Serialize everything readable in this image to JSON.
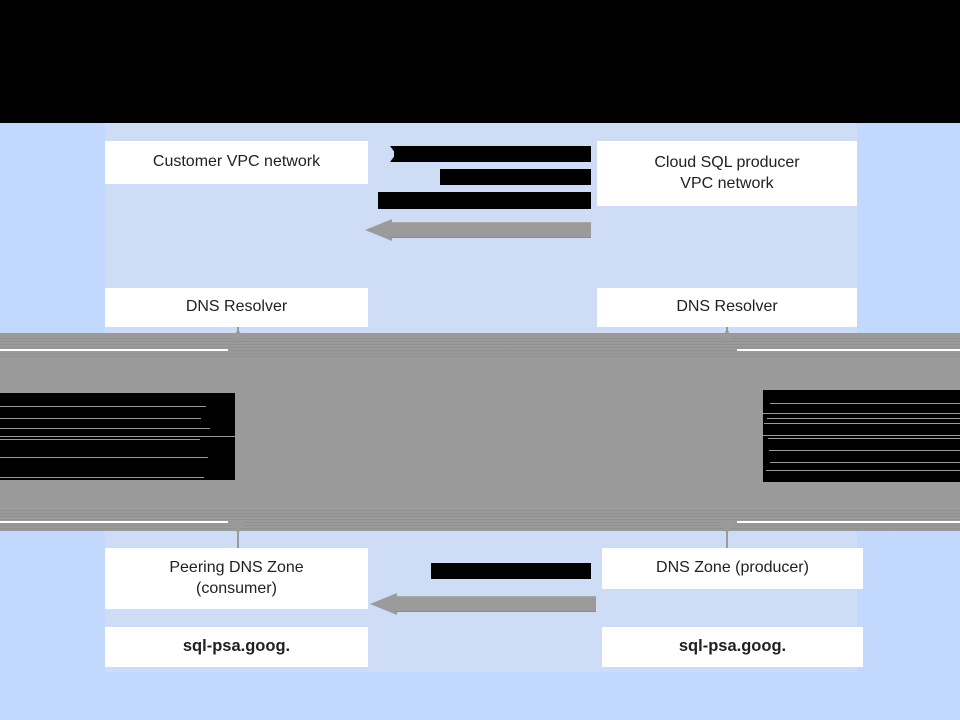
{
  "diagram": {
    "title_redacted": true,
    "background_color": "#c3d8fd",
    "panel_color": "#cedcf6",
    "band_color": "#9a9a9a",
    "node_color": "#ffffff",
    "redaction_color": "#000000"
  },
  "nodes": {
    "customer_vpc": "Customer VPC network",
    "producer_vpc": "Cloud SQL producer\nVPC network",
    "producer_vpc_line1": "Cloud SQL producer",
    "producer_vpc_line2": "VPC network",
    "dns_resolver_left": "DNS Resolver",
    "dns_resolver_right": "DNS Resolver",
    "peering_zone_line1": "Peering DNS Zone",
    "peering_zone_line2": "(consumer)",
    "dns_zone_producer": "DNS Zone (producer)",
    "sql_psa_left": "sql-psa.goog.",
    "sql_psa_right": "sql-psa.goog."
  },
  "redactions": {
    "title_band": "",
    "top_label_1": "",
    "top_label_2": "",
    "top_label_3": "",
    "bottom_label_1": "",
    "left_block": "",
    "right_block": ""
  },
  "connectors": {
    "arrow_top_direction": "left",
    "arrow_bottom_direction": "left",
    "peering_band_label": ""
  }
}
